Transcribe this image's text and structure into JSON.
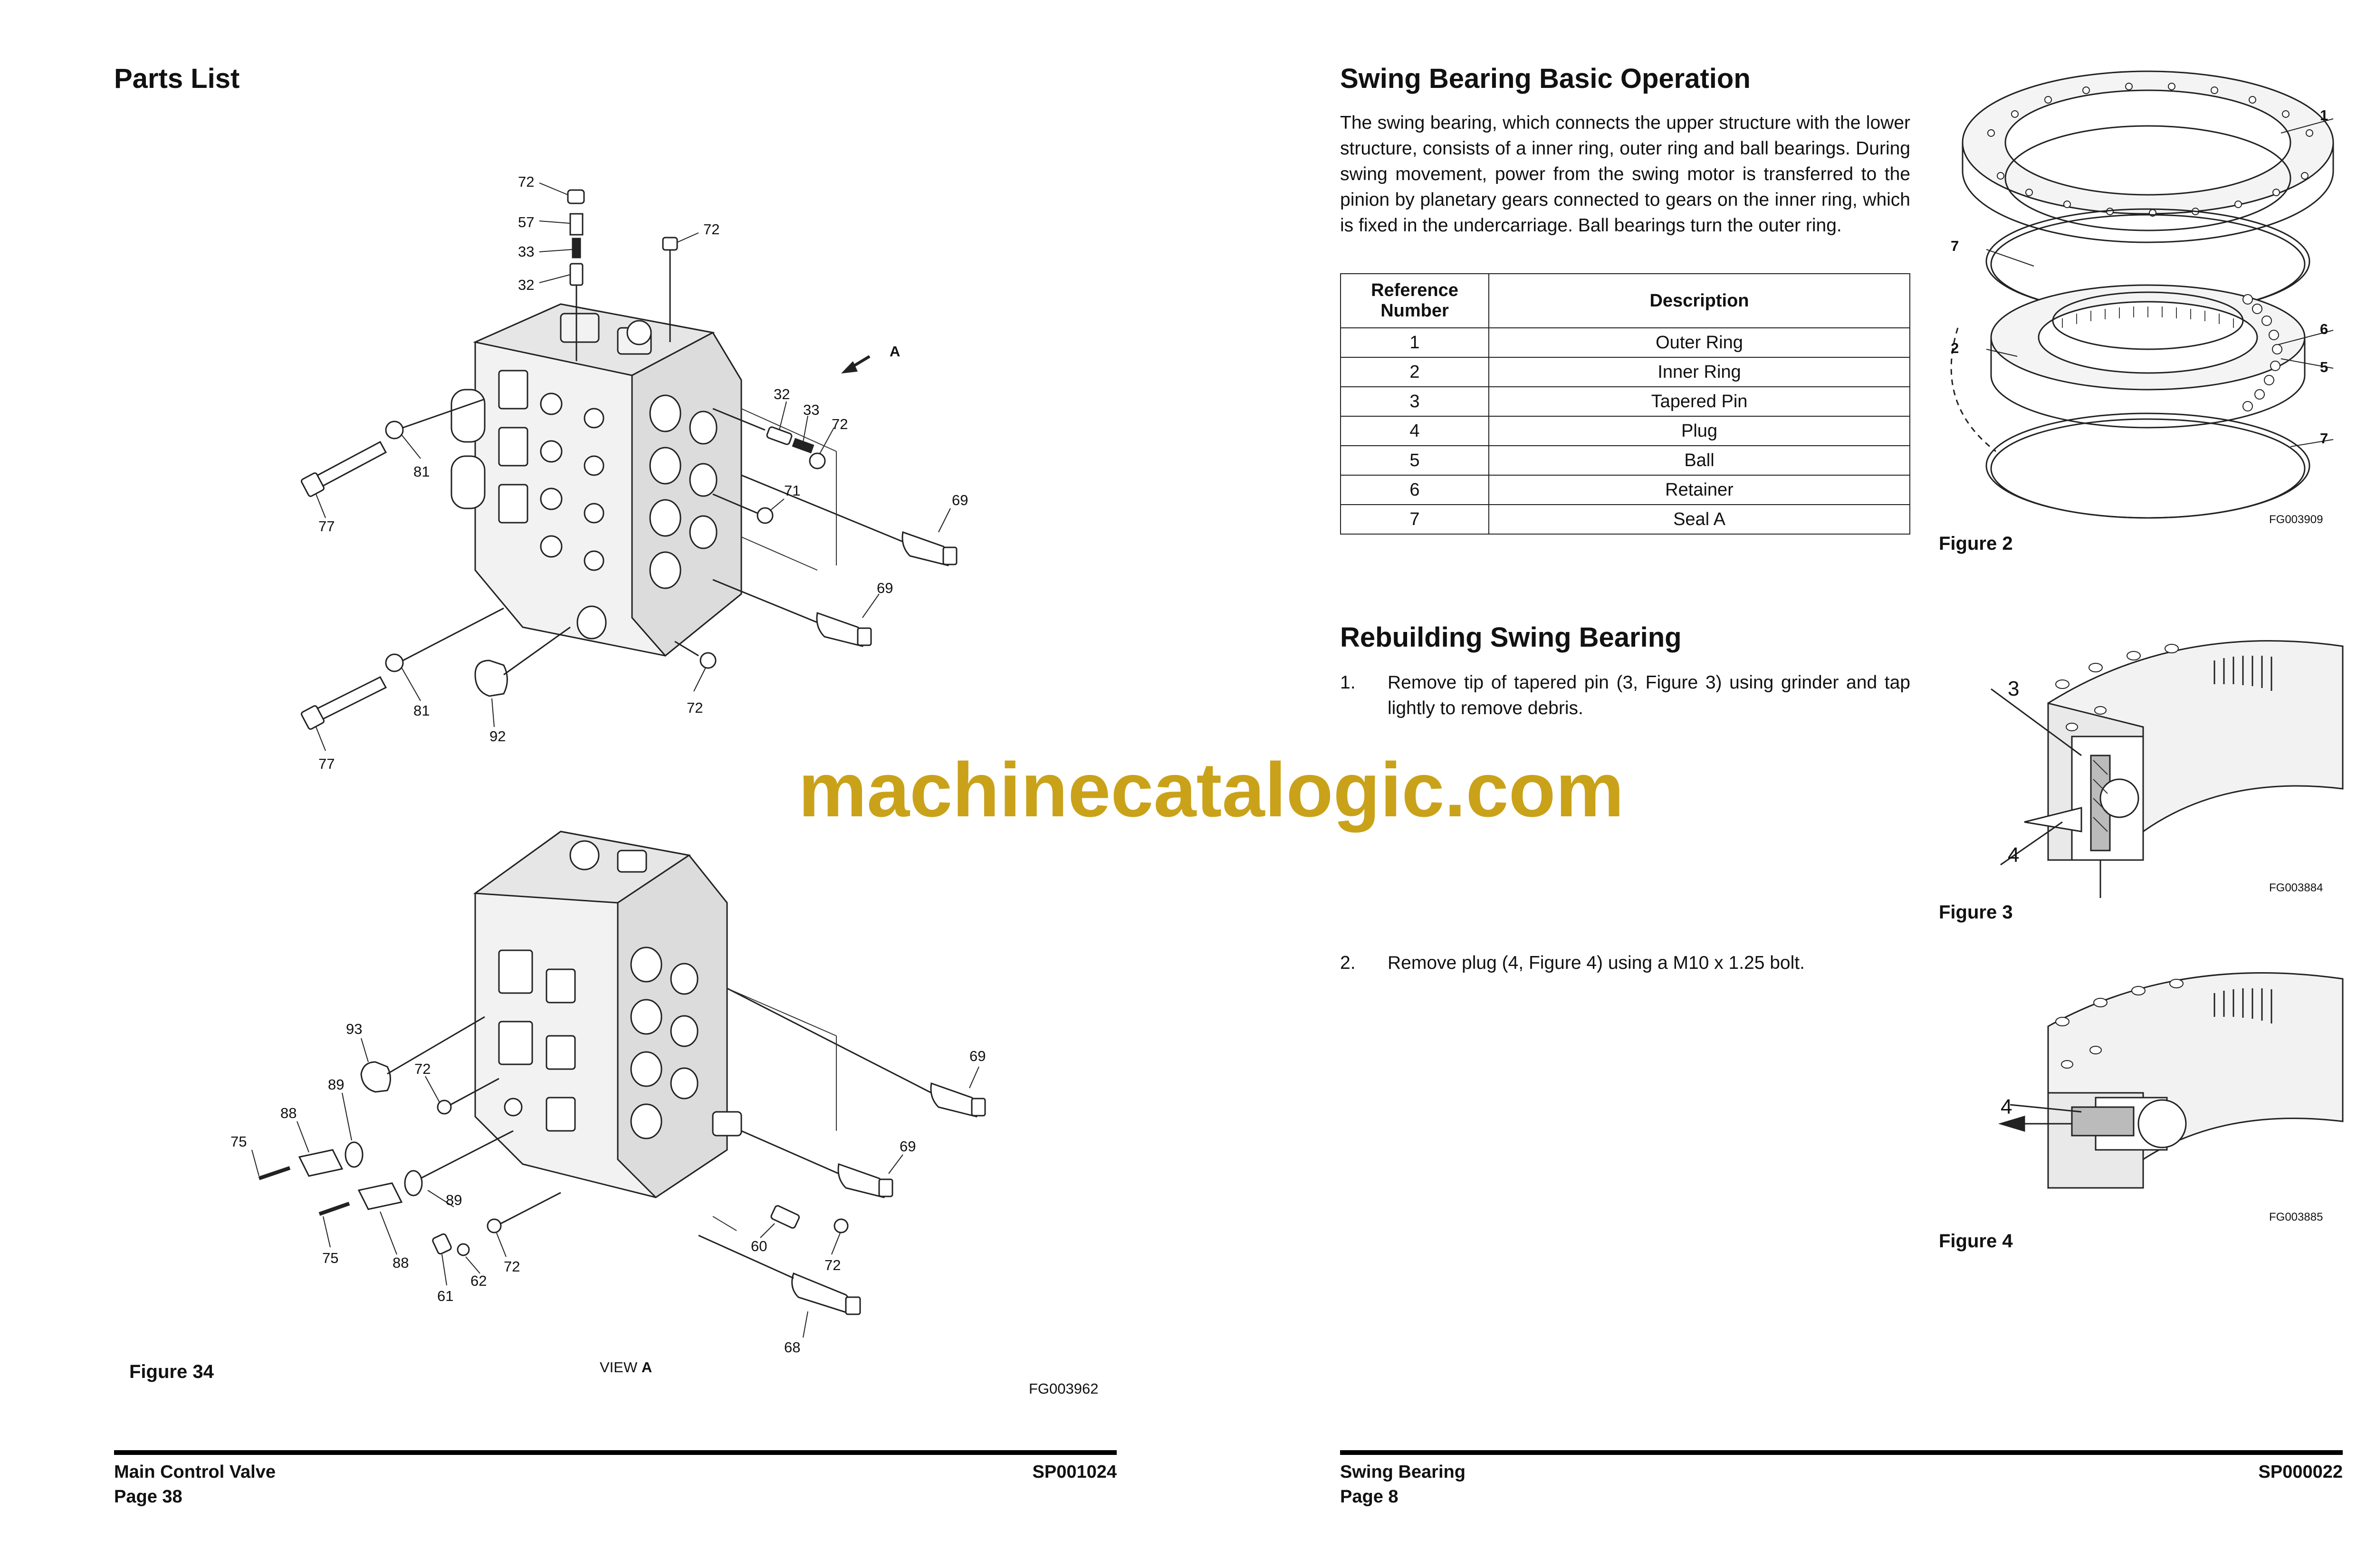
{
  "left_page": {
    "title": "Parts List",
    "figure_caption": "Figure 34",
    "view_label_prefix": "VIEW",
    "view_label_letter": "A",
    "view_arrow_label": "A",
    "figure_code": "FG003962",
    "top_callouts": [
      "72",
      "57",
      "33",
      "32",
      "72",
      "32",
      "33",
      "72",
      "81",
      "77",
      "71",
      "69",
      "69",
      "81",
      "77",
      "92",
      "72"
    ],
    "bottom_callouts": [
      "93",
      "72",
      "89",
      "88",
      "75",
      "89",
      "75",
      "88",
      "61",
      "62",
      "72",
      "60",
      "72",
      "68",
      "69",
      "69"
    ],
    "footer": {
      "section": "Main Control Valve",
      "page": "Page 38",
      "code": "SP001024"
    }
  },
  "right_page": {
    "title": "Swing Bearing Basic Operation",
    "intro": "The swing bearing, which connects the upper structure with the lower structure, consists of a inner ring, outer ring and ball bearings. During swing movement, power from the swing motor is transferred to the pinion by planetary gears connected to gears on the inner ring, which is fixed in the undercarriage. Ball bearings turn the outer ring.",
    "table": {
      "headers": [
        "Reference Number",
        "Description"
      ],
      "rows": [
        [
          "1",
          "Outer Ring"
        ],
        [
          "2",
          "Inner Ring"
        ],
        [
          "3",
          "Tapered Pin"
        ],
        [
          "4",
          "Plug"
        ],
        [
          "5",
          "Ball"
        ],
        [
          "6",
          "Retainer"
        ],
        [
          "7",
          "Seal A"
        ]
      ]
    },
    "section2_title": "Rebuilding Swing Bearing",
    "steps": [
      {
        "num": "1.",
        "text": "Remove tip of tapered pin (3, Figure 3) using grinder and tap lightly to remove debris."
      },
      {
        "num": "2.",
        "text": "Remove plug (4, Figure 4) using a M10 x 1.25 bolt."
      }
    ],
    "figures": [
      {
        "caption": "Figure 2",
        "code": "FG003909",
        "callouts": [
          "1",
          "7",
          "2",
          "6",
          "5",
          "7"
        ]
      },
      {
        "caption": "Figure 3",
        "code": "FG003884",
        "callouts": [
          "3",
          "4"
        ]
      },
      {
        "caption": "Figure 4",
        "code": "FG003885",
        "callouts": [
          "4"
        ]
      }
    ],
    "footer": {
      "section": "Swing Bearing",
      "page": "Page 8",
      "code": "SP000022"
    }
  },
  "watermark": "machinecatalogic.com"
}
